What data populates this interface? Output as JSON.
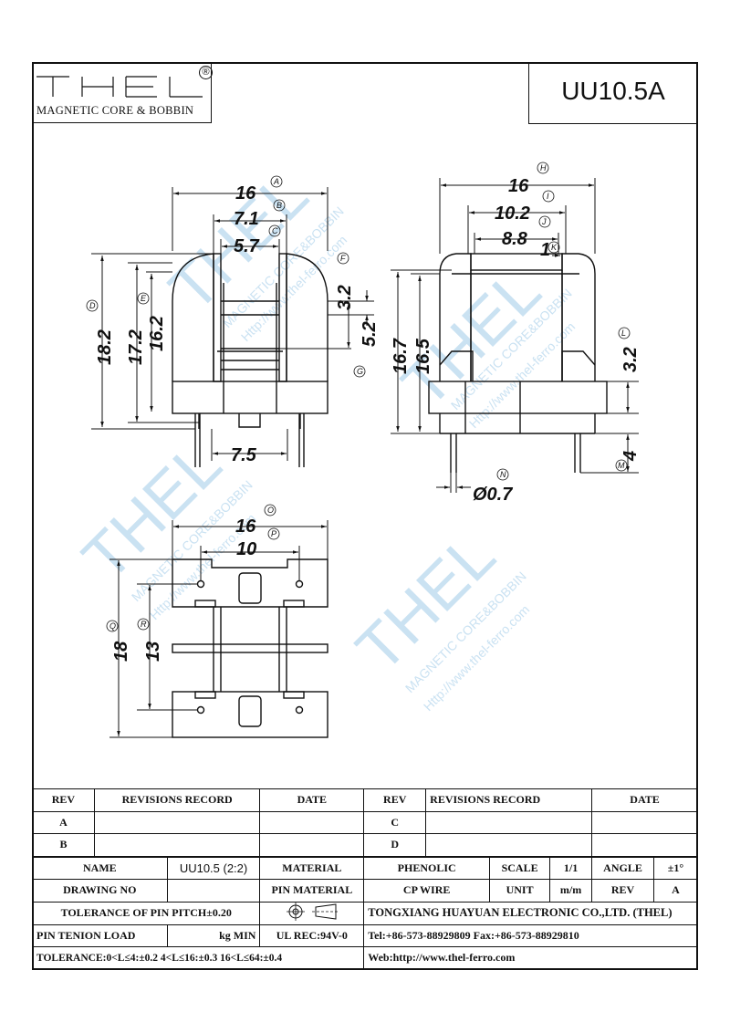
{
  "logo": {
    "letters": "THEL",
    "registered": "®",
    "subtitle": "MAGNETIC CORE & BOBBIN"
  },
  "part_number": "UU10.5A",
  "watermark": {
    "brand": "THEL",
    "line1": "MAGNETIC CORE&BOBBIN",
    "line2": "Http://www.thel-ferro.com"
  },
  "front_view": {
    "dims": [
      {
        "value": "16",
        "tag": "A"
      },
      {
        "value": "7.1",
        "tag": "B"
      },
      {
        "value": "5.7",
        "tag": "C"
      },
      {
        "value": "18.2",
        "tag": "D"
      },
      {
        "value": "17.2",
        "tag": "E"
      },
      {
        "value": "16.2",
        "tag": ""
      },
      {
        "value": "3.2",
        "tag": "F"
      },
      {
        "value": "5.2",
        "tag": "G"
      },
      {
        "value": "7.5",
        "tag": ""
      }
    ]
  },
  "side_view": {
    "dims": [
      {
        "value": "16",
        "tag": "H"
      },
      {
        "value": "10.2",
        "tag": "I"
      },
      {
        "value": "8.8",
        "tag": "J"
      },
      {
        "value": "1",
        "tag": "K"
      },
      {
        "value": "16.7",
        "tag": ""
      },
      {
        "value": "16.5",
        "tag": ""
      },
      {
        "value": "3.2",
        "tag": "L"
      },
      {
        "value": "4",
        "tag": "M"
      },
      {
        "value": "Ø0.7",
        "tag": "N"
      }
    ]
  },
  "bottom_view": {
    "dims": [
      {
        "value": "16",
        "tag": "O"
      },
      {
        "value": "10",
        "tag": "P"
      },
      {
        "value": "18",
        "tag": "Q"
      },
      {
        "value": "13",
        "tag": "R"
      }
    ]
  },
  "title_block": {
    "rev_header": {
      "rev": "REV",
      "record": "REVISIONS RECORD",
      "date": "DATE",
      "rev2": "REV",
      "record2": "REVISIONS RECORD",
      "date2": "DATE"
    },
    "rev_rows": [
      [
        "A",
        "C"
      ],
      [
        "B",
        "D"
      ]
    ],
    "name_label": "NAME",
    "name_value": "UU10.5 (2:2)",
    "material_label": "MATERIAL",
    "material_value": "PHENOLIC",
    "scale_label": "SCALE",
    "scale_value": "1/1",
    "angle_label": "ANGLE",
    "angle_value": "±1°",
    "drawing_no_label": "DRAWING NO",
    "pin_material_label": "PIN MATERIAL",
    "pin_material_value": "CP WIRE",
    "unit_label": "UNIT",
    "unit_value": "m/m",
    "rev_label": "REV",
    "rev_value": "A",
    "tolerance_pitch": "TOLERANCE OF PIN PITCH±0.20",
    "company": "TONGXIANG HUAYUAN ELECTRONIC CO.,LTD.  (THEL)",
    "pin_tenion": "PIN TENION LOAD",
    "kg_min": "kg MIN",
    "ul": "UL REC:94V-0",
    "tel": "Tel:+86-573-88929809 Fax:+86-573-88929810",
    "tolerance": "TOLERANCE:0<L≤4:±0.2  4<L≤16:±0.3  16<L≤64:±0.4",
    "web": "Web:http://www.thel-ferro.com"
  }
}
